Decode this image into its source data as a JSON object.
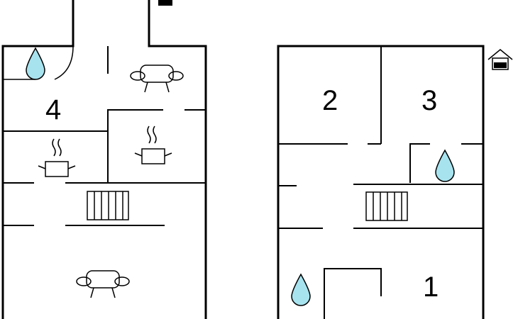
{
  "rooms": {
    "left_top": "4",
    "right_top_left": "2",
    "right_top_right": "3",
    "right_bottom": "1"
  },
  "icons": {
    "water": "water-drop-icon",
    "sofa": "sofa-icon",
    "kitchen": "cooking-pot-icon",
    "stairs": "staircase-icon",
    "house": "house-icon"
  },
  "colors": {
    "water": "#a7e3ef",
    "walls": "#000000",
    "background": "#ffffff"
  }
}
